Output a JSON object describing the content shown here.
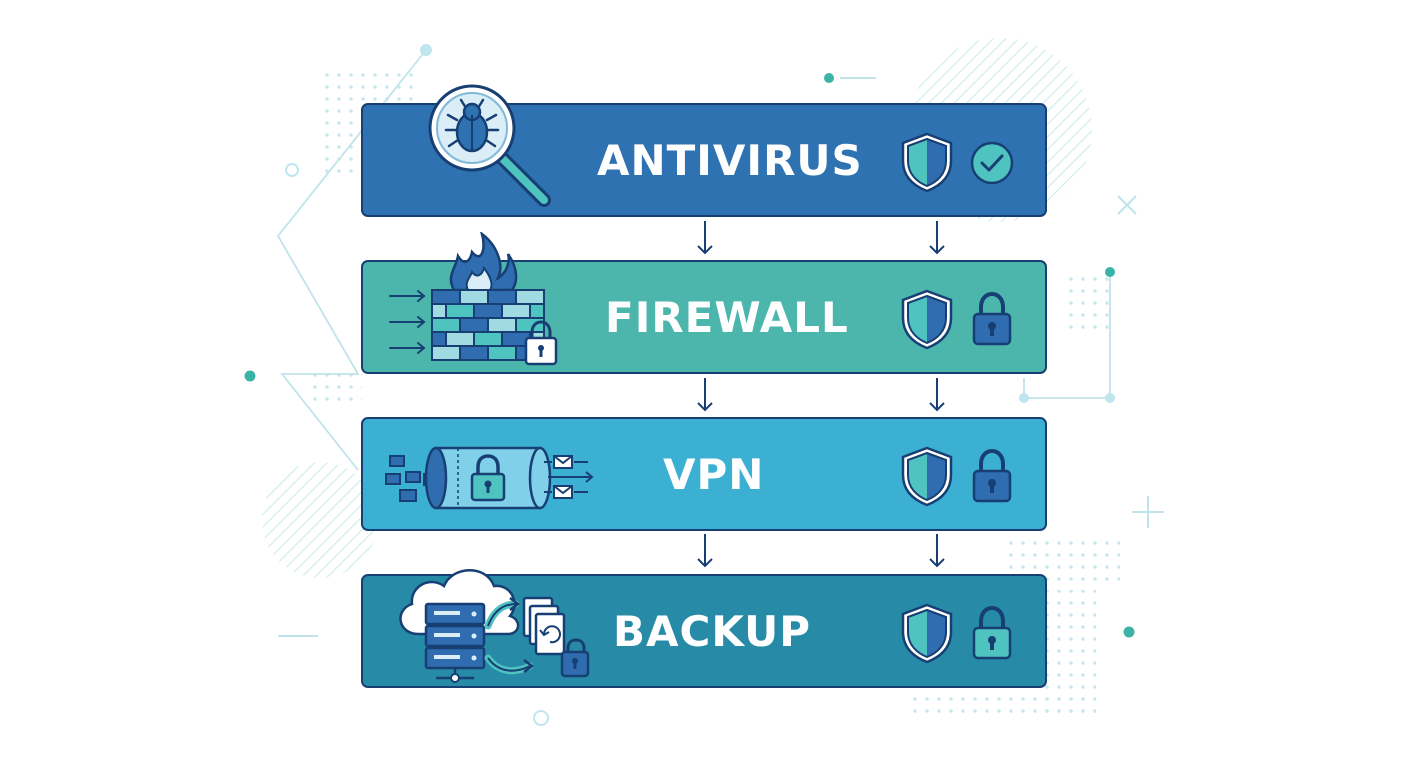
{
  "colors": {
    "antivirus": "#2f72b1",
    "firewall": "#4cb6ad",
    "vpn": "#3cb0d3",
    "backup": "#278ba7",
    "outline": "#173f73",
    "shield_dark": "#2f6db0",
    "shield_light": "#4fc3c0",
    "deco_teal": "#3bb3a8",
    "deco_light": "#b9e3ea"
  },
  "layers": [
    {
      "id": "antivirus",
      "label": "ANTIVIRUS",
      "main_icon": "magnifier-bug-icon",
      "status_icon": "check-circle-icon"
    },
    {
      "id": "firewall",
      "label": "FIREWALL",
      "main_icon": "brick-wall-fire-icon",
      "status_icon": "padlock-icon"
    },
    {
      "id": "vpn",
      "label": "VPN",
      "main_icon": "encrypted-tunnel-icon",
      "status_icon": "padlock-icon"
    },
    {
      "id": "backup",
      "label": "BACKUP",
      "main_icon": "cloud-server-backup-icon",
      "status_icon": "padlock-icon"
    }
  ]
}
